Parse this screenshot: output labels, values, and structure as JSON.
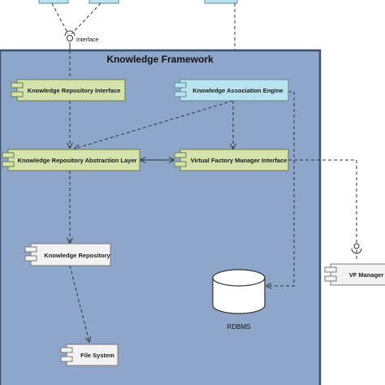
{
  "diagram": {
    "framework_title": "Knowledge Framework",
    "interface_label": "Interface",
    "components": {
      "kri": "Knowledge Repository Interface",
      "kae": "Knowledge Association Engine",
      "kral": "Knowledge Repository Abstraction Layer",
      "vfmi": "Virtual Factory Manager Interface",
      "kr": "Knowledge Repository",
      "fs": "File System",
      "vfm": "VF Manager"
    },
    "database_label": "RDBMS"
  },
  "colors": {
    "frame_fill": "#8da6c9",
    "frame_border": "#3e4f6a",
    "green_component": "#d4e2ac",
    "cyan_component": "#b9e3ee",
    "gray_component": "#f2f2f2"
  }
}
